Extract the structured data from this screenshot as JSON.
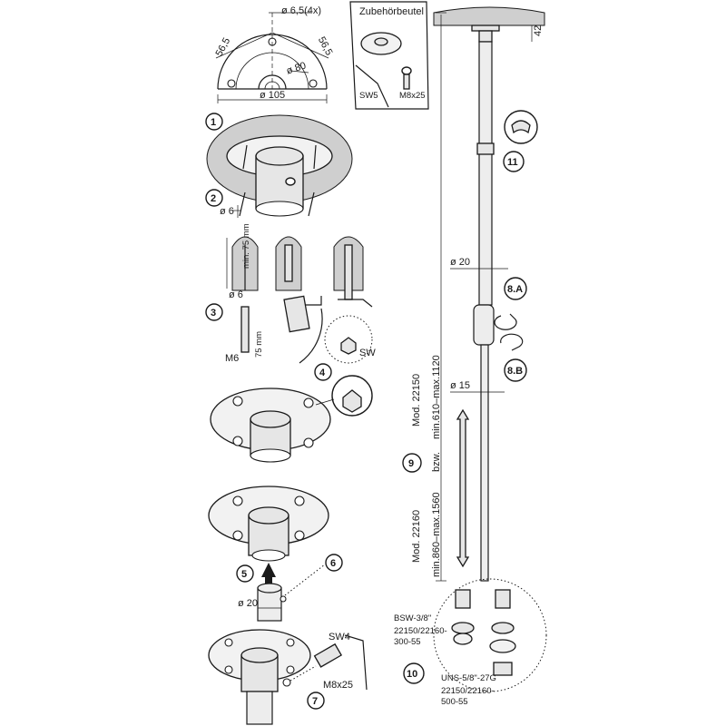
{
  "labels": {
    "hole_dim": "ø 6,5(4x)",
    "dim_56_left": "56,5",
    "dim_56_right": "56,5",
    "dia_80": "ø 80",
    "dia_105": "ø 105",
    "bag_title": "Zubehörbeutel",
    "bag_sw": "SW5",
    "bag_screw": "M8x25",
    "drill_dia": "ø 6",
    "depth": "min. 75 mm",
    "dowel_dia": "ø 6",
    "bolt_len": "75 mm",
    "bolt_m": "M6",
    "sw3": "SW",
    "pipe_dia": "ø 20",
    "sw4": "SW4",
    "screw7": "M8x25",
    "dim_42": "42",
    "tube_dia_upper": "ø 20",
    "tube_dia_lower": "ø 15",
    "model_a": "Mod. 22150",
    "range_a": "min.610–max.1120",
    "bzw": "bzw.",
    "model_b": "Mod. 22160",
    "range_b": "min.860–max.1560",
    "thread_bsw": "BSW-3/8\"",
    "part_bsw": "22150/22160-\n300-55",
    "thread_uns": "UNS-5/8\"-27G",
    "part_uns": "22150/22160-\n500-55"
  },
  "steps": {
    "s1": "1",
    "s2": "2",
    "s3": "3",
    "s4": "4",
    "s5": "5",
    "s6": "6",
    "s7": "7",
    "s8a": "8.A",
    "s8b": "8.B",
    "s9": "9",
    "s10": "10",
    "s11": "11"
  }
}
